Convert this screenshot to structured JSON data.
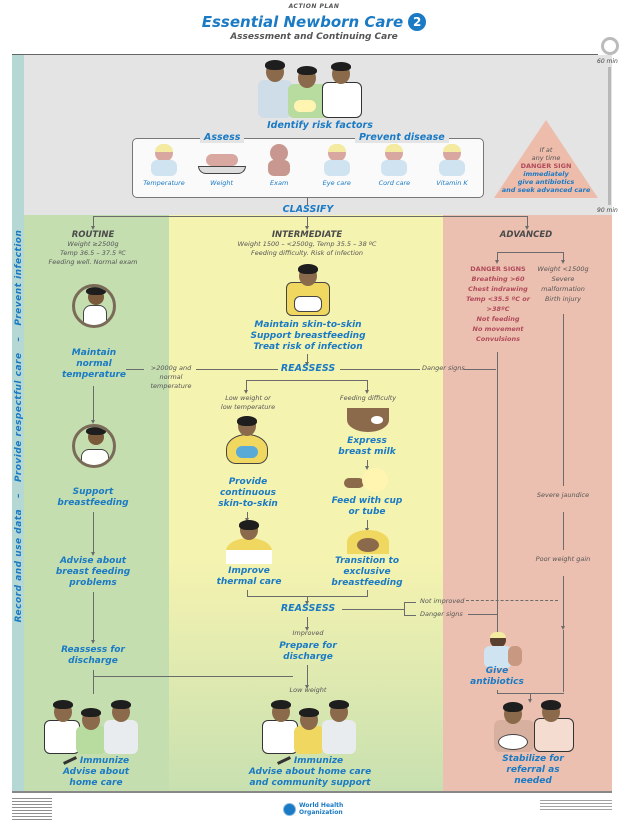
{
  "header": {
    "kicker": "ACTION PLAN",
    "title": "Essential Newborn Care",
    "badge": "2",
    "subtitle": "Assessment and Continuing Care"
  },
  "sidebar": {
    "text": "Record and use data   –   Provide respectful care   –   Prevent infection"
  },
  "timeline": {
    "clock_icon": "clock-icon",
    "start": "60 min",
    "end": "90 min"
  },
  "top": {
    "identify": "Identify risk factors",
    "assess": "Assess",
    "prevent": "Prevent disease",
    "icons": [
      {
        "label": "Temperature",
        "icon": "thermometer-baby-icon"
      },
      {
        "label": "Weight",
        "icon": "scale-baby-icon"
      },
      {
        "label": "Exam",
        "icon": "baby-exam-icon"
      },
      {
        "label": "Eye care",
        "icon": "eye-drop-icon"
      },
      {
        "label": "Cord care",
        "icon": "cord-care-icon"
      },
      {
        "label": "Vitamin K",
        "icon": "injection-icon"
      }
    ],
    "classify": "CLASSIFY",
    "warning": {
      "line1": "If at",
      "line2": "any time",
      "danger": "DANGER SIGN",
      "line3": "immediately",
      "line4": "give antibiotics",
      "line5": "and seek advanced care"
    }
  },
  "routine": {
    "title": "ROUTINE",
    "crit1": "Weight ≥2500g",
    "crit2": "Temp 36.5 – 37.5 ºC",
    "crit3": "Feeding well. Normal exam",
    "step1": "Maintain normal temperature",
    "step2": "Support breastfeeding",
    "step3": "Advise about breast feeding problems",
    "step4": "Reassess for discharge",
    "final1": "Immunize",
    "final2": "Advise about",
    "final3": "home care"
  },
  "intermediate": {
    "title": "INTERMEDIATE",
    "crit1": "Weight 1500 – <2500g, Temp 35.5 – 38 ºC",
    "crit2": "Feeding difficulty. Risk of infection",
    "actions1": "Maintain skin-to-skin",
    "actions2": "Support breastfeeding",
    "actions3": "Treat risk of  infection",
    "reassess1": "REASSESS",
    "left_cond1": ">2000g and",
    "left_cond2": "normal",
    "left_cond3": "temperature",
    "right_cond": "Danger signs",
    "branch_a1": "Low weight or",
    "branch_a2": "low temperature",
    "branch_b": "Feeding difficulty",
    "a_step1": "Provide continuous skin-to-skin",
    "a_step2": "Improve thermal care",
    "b_step1": "Express breast milk",
    "b_step2": "Feed with cup or tube",
    "b_step3": "Transition to exclusive breastfeeding",
    "reassess2": "REASSESS",
    "not_improved": "Not improved",
    "danger2": "Danger signs",
    "improved": "Improved",
    "prepare": "Prepare for discharge",
    "low_weight": "Low weight",
    "final1": "Immunize",
    "final2": "Advise about home care",
    "final3": "and community support"
  },
  "advanced": {
    "title": "ADVANCED",
    "danger_title": "DANGER SIGNS",
    "dangers": [
      "Breathing >60",
      "Chest indrawing",
      "Temp <35.5 ºC or >38ºC",
      "Not feeding",
      "No movement",
      "Convulsions"
    ],
    "other1": "Weight <1500g",
    "other2": "Severe malformation",
    "other3": "Birth injury",
    "jaundice": "Severe jaundice",
    "poor_gain": "Poor weight gain",
    "antibiotics": "Give antibiotics",
    "stabilize": "Stabilize for referral as needed"
  },
  "footer": {
    "org1": "World Health",
    "org2": "Organization"
  },
  "colors": {
    "green": "#c4deb0",
    "yellow": "#f5f3b0",
    "pink": "#ecc0b0",
    "grey": "#e4e4e4",
    "sidebar": "#b6d8d4",
    "blue": "#1a7ac4",
    "danger": "#b04a5a"
  }
}
